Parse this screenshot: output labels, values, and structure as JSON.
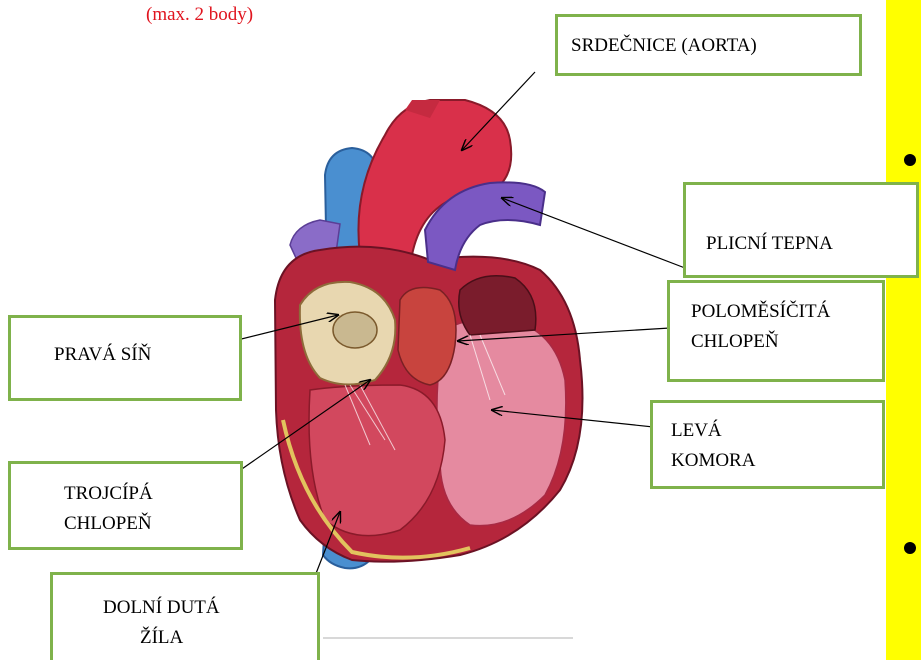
{
  "note": "(max. 2 body)",
  "labels": {
    "aorta": "SRDEČNICE (AORTA)",
    "plicni_tepna": "PLICNÍ TEPNA",
    "pulmonary_valve": [
      "POLOMĚSÍČITÁ",
      "CHLOPEŇ"
    ],
    "prava_sin": "PRAVÁ SÍŇ",
    "leva_komora": [
      "LEVÁ",
      "KOMORA"
    ],
    "trojcipa": [
      "TROJCÍPÁ",
      "CHLOPEŇ"
    ],
    "dolni_duta": [
      "DOLNÍ DUTÁ",
      "ŽÍLA"
    ]
  },
  "colors": {
    "label_border": "#7fb24b",
    "note_text": "#e0141e",
    "sidebar": "#ffff00"
  }
}
